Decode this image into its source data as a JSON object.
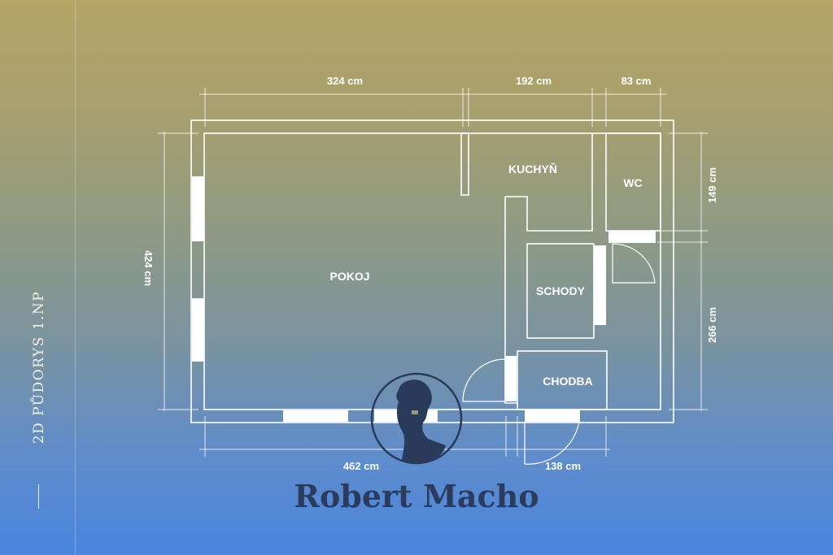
{
  "sheet": {
    "title": "2D PŮDORYS 1.NP",
    "brand": "Robert Macho"
  },
  "rooms": {
    "pokoj": "POKOJ",
    "kuchyn": "KUCHYŇ",
    "wc": "WC",
    "schody": "SCHODY",
    "chodba": "CHODBA"
  },
  "dimensions": {
    "top_pokoj": "324 cm",
    "top_kuchyn": "192 cm",
    "top_wc": "83 cm",
    "left_height": "424 cm",
    "right_wc": "149 cm",
    "right_lower": "266 cm",
    "bottom_pokoj": "462 cm",
    "bottom_chodba": "138 cm"
  },
  "colors": {
    "background_top": "#b6a468",
    "background_bottom": "#4a85de",
    "walls": "#ffffff",
    "brand": "#2b3b5e"
  }
}
